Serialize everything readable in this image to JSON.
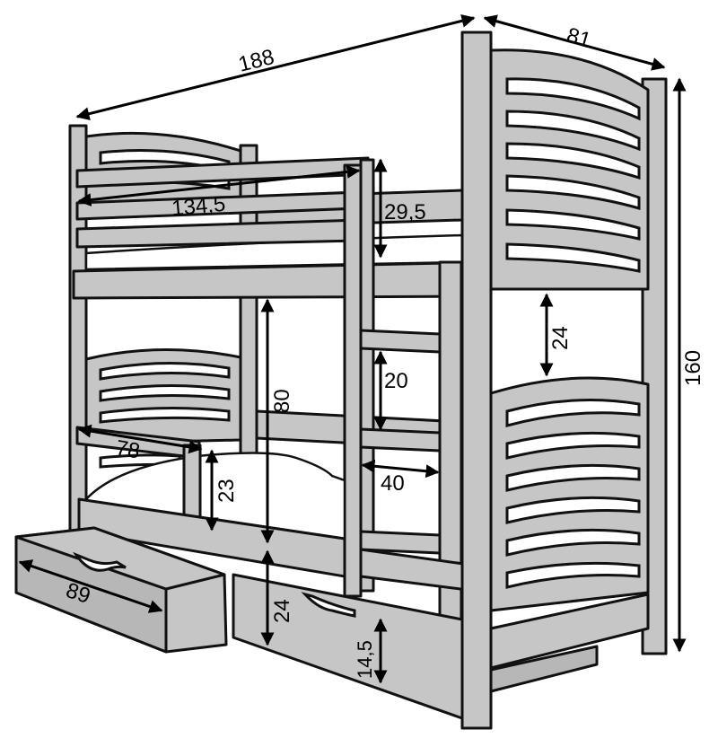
{
  "dimensions": {
    "overall_length": "188",
    "overall_depth": "81",
    "overall_height": "160",
    "guard_rail_length": "134,5",
    "guard_rail_height": "29,5",
    "upper_gap": "24",
    "ladder_step_spacing": "20",
    "ladder_width": "40",
    "lower_clearance": "80",
    "lower_rail_length": "78",
    "lower_rail_height": "23",
    "drawer_width": "89",
    "drawer_height": "24",
    "drawer_front_height": "14,5"
  },
  "colors": {
    "wood": "#c6c6c6",
    "outline": "#111111",
    "dimension": "#000000"
  }
}
